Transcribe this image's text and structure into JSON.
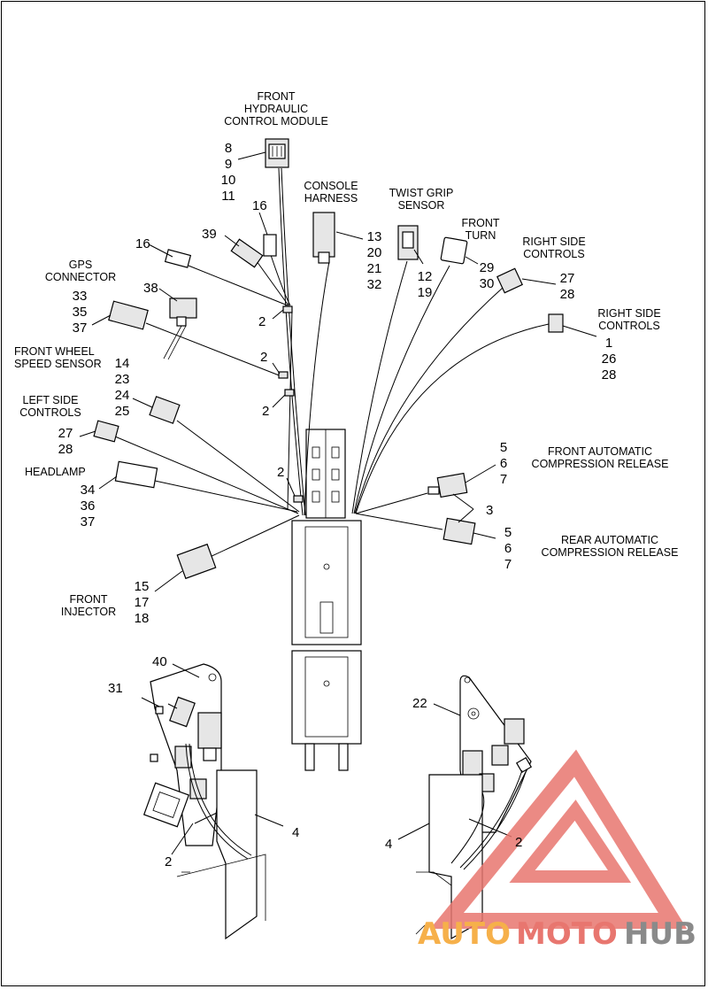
{
  "labels": {
    "front_hydraulic": [
      "FRONT",
      "HYDRAULIC",
      "CONTROL MODULE"
    ],
    "console_harness": [
      "CONSOLE",
      "HARNESS"
    ],
    "twist_grip": [
      "TWIST GRIP",
      "SENSOR"
    ],
    "front_turn": [
      "FRONT",
      "TURN"
    ],
    "right_side_1": [
      "RIGHT SIDE",
      "CONTROLS"
    ],
    "right_side_2": [
      "RIGHT SIDE",
      "CONTROLS"
    ],
    "gps": [
      "GPS",
      "CONNECTOR"
    ],
    "front_wheel_speed": [
      "FRONT WHEEL",
      "SPEED SENSOR"
    ],
    "left_side": [
      "LEFT SIDE",
      "CONTROLS"
    ],
    "headlamp": [
      "HEADLAMP"
    ],
    "front_acr": [
      "FRONT AUTOMATIC",
      "COMPRESSION RELEASE"
    ],
    "rear_acr": [
      "REAR AUTOMATIC",
      "COMPRESSION RELEASE"
    ],
    "front_injector": [
      "FRONT",
      "INJECTOR"
    ]
  },
  "numbers": {
    "hydraulic": [
      "8",
      "9",
      "10",
      "11"
    ],
    "console": [
      "13",
      "20",
      "21",
      "32"
    ],
    "twist": [
      "12",
      "19"
    ],
    "turn": [
      "29",
      "30"
    ],
    "right1": [
      "27",
      "28"
    ],
    "right2": [
      "1",
      "26",
      "28"
    ],
    "gps": [
      "33",
      "35",
      "37"
    ],
    "wheel": [
      "14",
      "23",
      "24",
      "25"
    ],
    "left": [
      "27",
      "28"
    ],
    "headlamp": [
      "34",
      "36",
      "37"
    ],
    "front_acr": [
      "5",
      "6",
      "7"
    ],
    "rear_acr": [
      "5",
      "6",
      "7"
    ],
    "injector": [
      "15",
      "17",
      "18"
    ],
    "n16a": "16",
    "n16b": "16",
    "n39": "39",
    "n38": "38",
    "n2a": "2",
    "n2b": "2",
    "n2c": "2",
    "n2d": "2",
    "n3": "3",
    "n40": "40",
    "n31": "31",
    "n22": "22",
    "n4a": "4",
    "n4b": "4",
    "n2e": "2",
    "n2f": "2"
  },
  "watermark": {
    "auto": "AUTO",
    "moto": "MOTO",
    "hub": "HUB",
    "colors": {
      "auto": "#f6b04a",
      "moto": "#e8766f",
      "hub": "#8a8a8a",
      "triangle": "#e8766f"
    }
  }
}
